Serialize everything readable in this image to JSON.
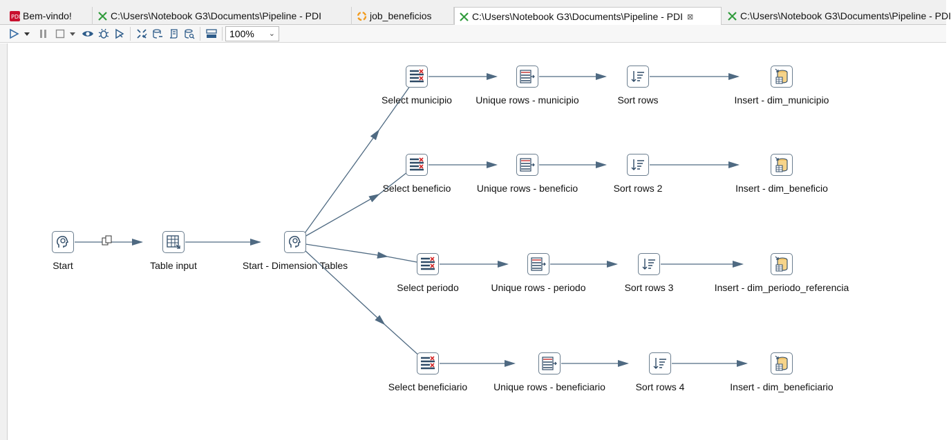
{
  "tabs": [
    {
      "label": "Bem-vindo!",
      "icon": "pentaho-welcome-icon"
    },
    {
      "label": "C:\\Users\\Notebook G3\\Documents\\Pipeline - PDI",
      "icon": "transformation-icon"
    },
    {
      "label": "job_beneficios",
      "icon": "job-icon"
    },
    {
      "label": "C:\\Users\\Notebook G3\\Documents\\Pipeline - PDI",
      "icon": "transformation-icon",
      "active": true,
      "close": "⊠"
    },
    {
      "label": "C:\\Users\\Notebook G3\\Documents\\Pipeline - PDI",
      "icon": "transformation-icon"
    }
  ],
  "toolbar": {
    "zoom_value": "100%",
    "buttons": [
      "run-icon",
      "run-dropdown-icon",
      "pause-icon",
      "stop-icon",
      "stop-dropdown-icon",
      "preview-icon",
      "debug-icon",
      "replay-icon",
      "verify-icon",
      "impact-icon",
      "sql-icon",
      "explore-db-icon",
      "show-results-icon"
    ]
  },
  "steps": {
    "start": "Start",
    "table_input": "Table input",
    "start_dim": "Start - Dimension Tables",
    "sel_mun": "Select municipio",
    "uniq_mun": "Unique rows - municipio",
    "sort_mun": "Sort rows",
    "ins_mun": "Insert - dim_municipio",
    "sel_ben": "Select beneficio",
    "uniq_ben": "Unique rows - beneficio",
    "sort_ben": "Sort rows 2",
    "ins_ben": "Insert - dim_beneficio",
    "sel_per": "Select periodo",
    "uniq_per": "Unique rows - periodo",
    "sort_per": "Sort rows 3",
    "ins_per": "Insert - dim_periodo_referencia",
    "sel_bfr": "Select beneficiario",
    "uniq_bfr": "Unique rows - beneficiario",
    "sort_bfr": "Sort rows 4",
    "ins_bfr": "Insert - dim_beneficiario"
  },
  "colors": {
    "hop": "#4f6a82",
    "icon_border": "#6a7d8e",
    "accent_red": "#d42a2a"
  }
}
